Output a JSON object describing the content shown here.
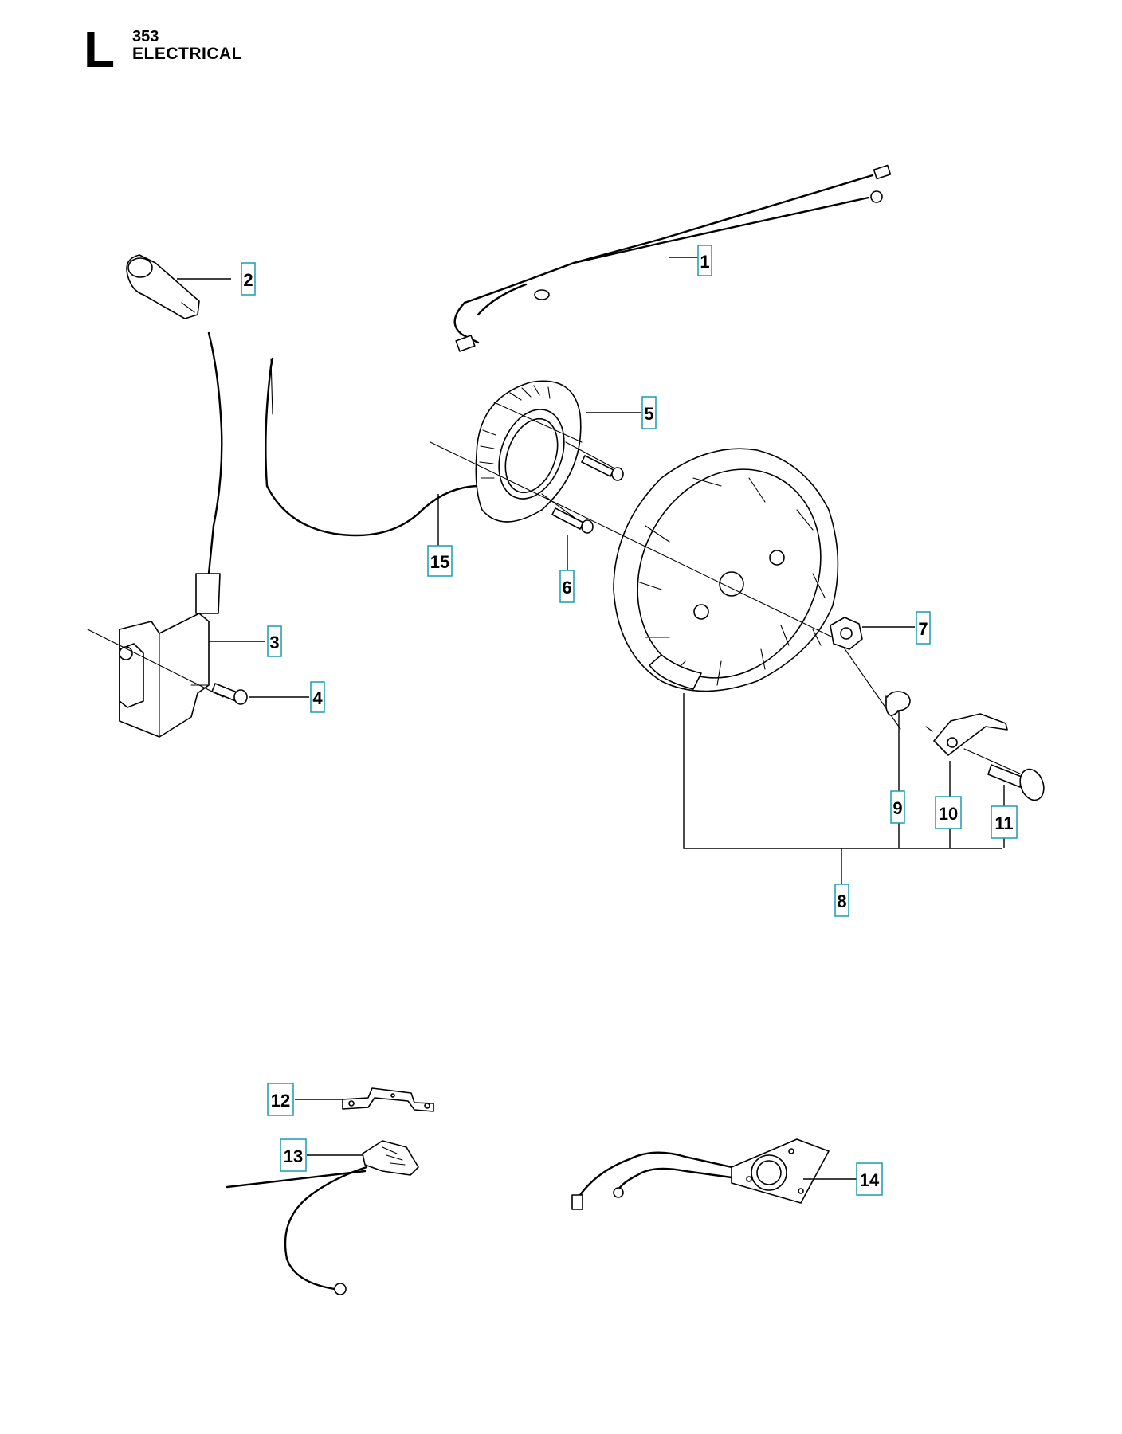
{
  "header": {
    "section_letter": "L",
    "model": "353",
    "title": "ELECTRICAL"
  },
  "colors": {
    "callout_border": "#1a9bb0",
    "line": "#000000",
    "background": "#ffffff"
  },
  "callouts": [
    {
      "id": "1",
      "label": "1"
    },
    {
      "id": "2",
      "label": "2"
    },
    {
      "id": "3",
      "label": "3"
    },
    {
      "id": "4",
      "label": "4"
    },
    {
      "id": "5",
      "label": "5"
    },
    {
      "id": "6",
      "label": "6"
    },
    {
      "id": "7",
      "label": "7"
    },
    {
      "id": "8",
      "label": "8"
    },
    {
      "id": "9",
      "label": "9"
    },
    {
      "id": "10",
      "label": "10"
    },
    {
      "id": "11",
      "label": "11"
    },
    {
      "id": "12",
      "label": "12"
    },
    {
      "id": "13",
      "label": "13"
    },
    {
      "id": "14",
      "label": "14"
    },
    {
      "id": "15",
      "label": "15"
    }
  ]
}
